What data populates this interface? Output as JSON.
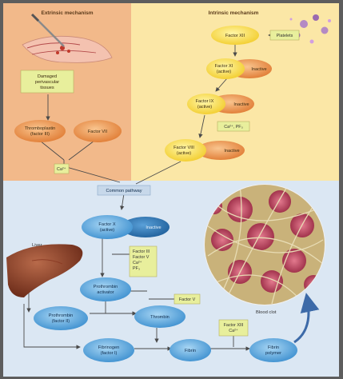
{
  "panels": {
    "extrinsic_title": "Extrinsic mechanism",
    "intrinsic_title": "Intrinsic mechanism"
  },
  "extrinsic": {
    "damaged_tissues": [
      "Damaged",
      "perivascular",
      "tissues"
    ],
    "thromboplastin": [
      "Thromboplastin",
      "(factor III)"
    ],
    "factor_vii": "Factor VII",
    "ca_label": "Ca²⁺"
  },
  "intrinsic": {
    "factor_xii": "Factor XII",
    "platelets": "Platelets",
    "factor_xi": [
      "Factor XI",
      "(active)"
    ],
    "factor_xi_inactive": "Inactive",
    "factor_ix": [
      "Factor IX",
      "(active)"
    ],
    "factor_ix_inactive": "Inactive",
    "ca_pf3": "Ca²⁺, PF₃",
    "factor_viii": [
      "Factor VIII",
      "(active)"
    ],
    "factor_viii_inactive": "Inactive"
  },
  "common": {
    "common_pathway": "Common pathway",
    "factor_x": [
      "Factor X",
      "(active)"
    ],
    "factor_x_inactive": "Inactive",
    "cofactors": [
      "Factor III",
      "Factor V",
      "Ca²⁺",
      "PF₃"
    ],
    "liver_label": "Liver",
    "prothrombin_activator": [
      "Prothrombin",
      "activator"
    ],
    "factor_v": "Factor V",
    "prothrombin": [
      "Prothrombin",
      "(factor II)"
    ],
    "thrombin": "Thrombin",
    "blood_clot_label": "Blood clot",
    "factor_xiii": [
      "Factor XIII",
      "Ca²⁺"
    ],
    "fibrinogen": [
      "Fibrinogen",
      "(factor I)"
    ],
    "fibrin": "Fibrin",
    "fibrin_polymer": [
      "Fibrin",
      "polymer"
    ]
  },
  "colors": {
    "extrinsic_bg": "#f2b98a",
    "intrinsic_bg": "#fbe7a6",
    "common_bg": "#dbe7f3",
    "yellow_node": "#ffe566",
    "orange_node": "#f29a55",
    "blue_node": "#6fb3e3",
    "green_note": "#e8ef9c",
    "blood_red": "#d94a6b",
    "fibrin_tan": "#c9b27a"
  }
}
